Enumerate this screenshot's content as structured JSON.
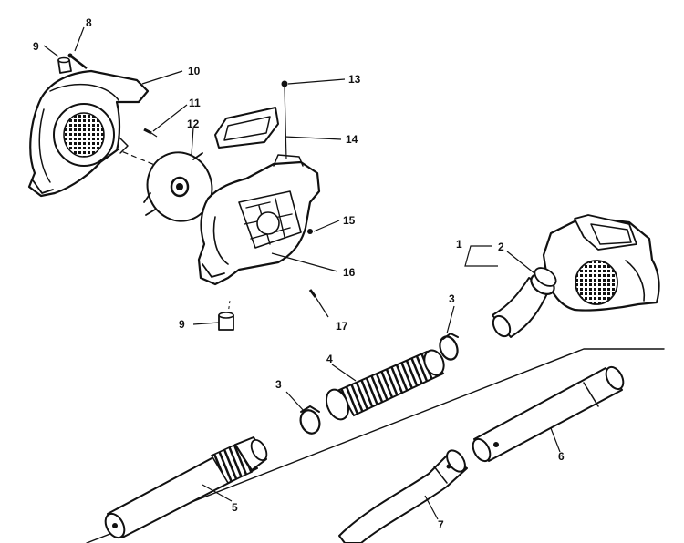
{
  "callouts": {
    "c1": "1",
    "c2": "2",
    "c3a": "3",
    "c3b": "3",
    "c4": "4",
    "c5": "5",
    "c6": "6",
    "c7": "7",
    "c8": "8",
    "c9a": "9",
    "c9b": "9",
    "c10": "10",
    "c11": "11",
    "c12": "12",
    "c13": "13",
    "c14": "14",
    "c15": "15",
    "c16": "16",
    "c17": "17"
  }
}
